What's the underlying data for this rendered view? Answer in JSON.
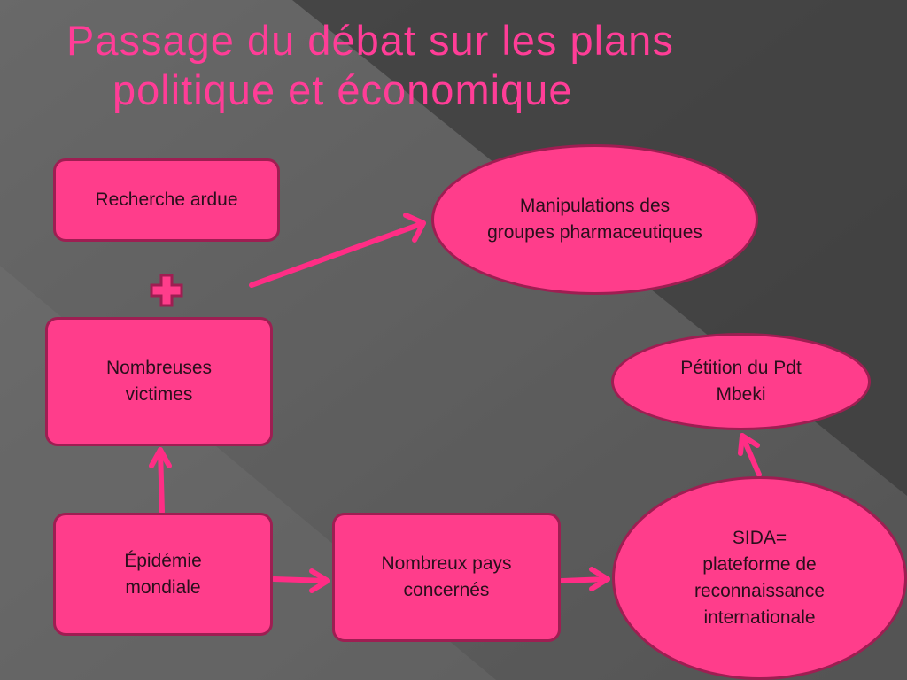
{
  "slide": {
    "title_line1": "Passage du débat sur les plans",
    "title_line2": "politique et économique"
  },
  "nodes": {
    "recherche": "Recherche ardue",
    "manipulations": "Manipulations des groupes pharmaceutiques",
    "victimes": "Nombreuses victimes",
    "petition": "Pétition du Pdt Mbeki",
    "epidemie": "Épidémie mondiale",
    "pays": "Nombreux pays concernés",
    "sida_line1": "SIDA=",
    "sida_line2": "plateforme de reconnaissance internationale"
  },
  "icons": {
    "plus": "plus-icon",
    "arrow": "arrow-right-icon"
  },
  "colors": {
    "accent": "#ff3d8b",
    "border": "#9e1e52",
    "title": "#ff3d97",
    "bg_dark": "#3e3e3e",
    "bg_light": "#6e6e6e"
  }
}
